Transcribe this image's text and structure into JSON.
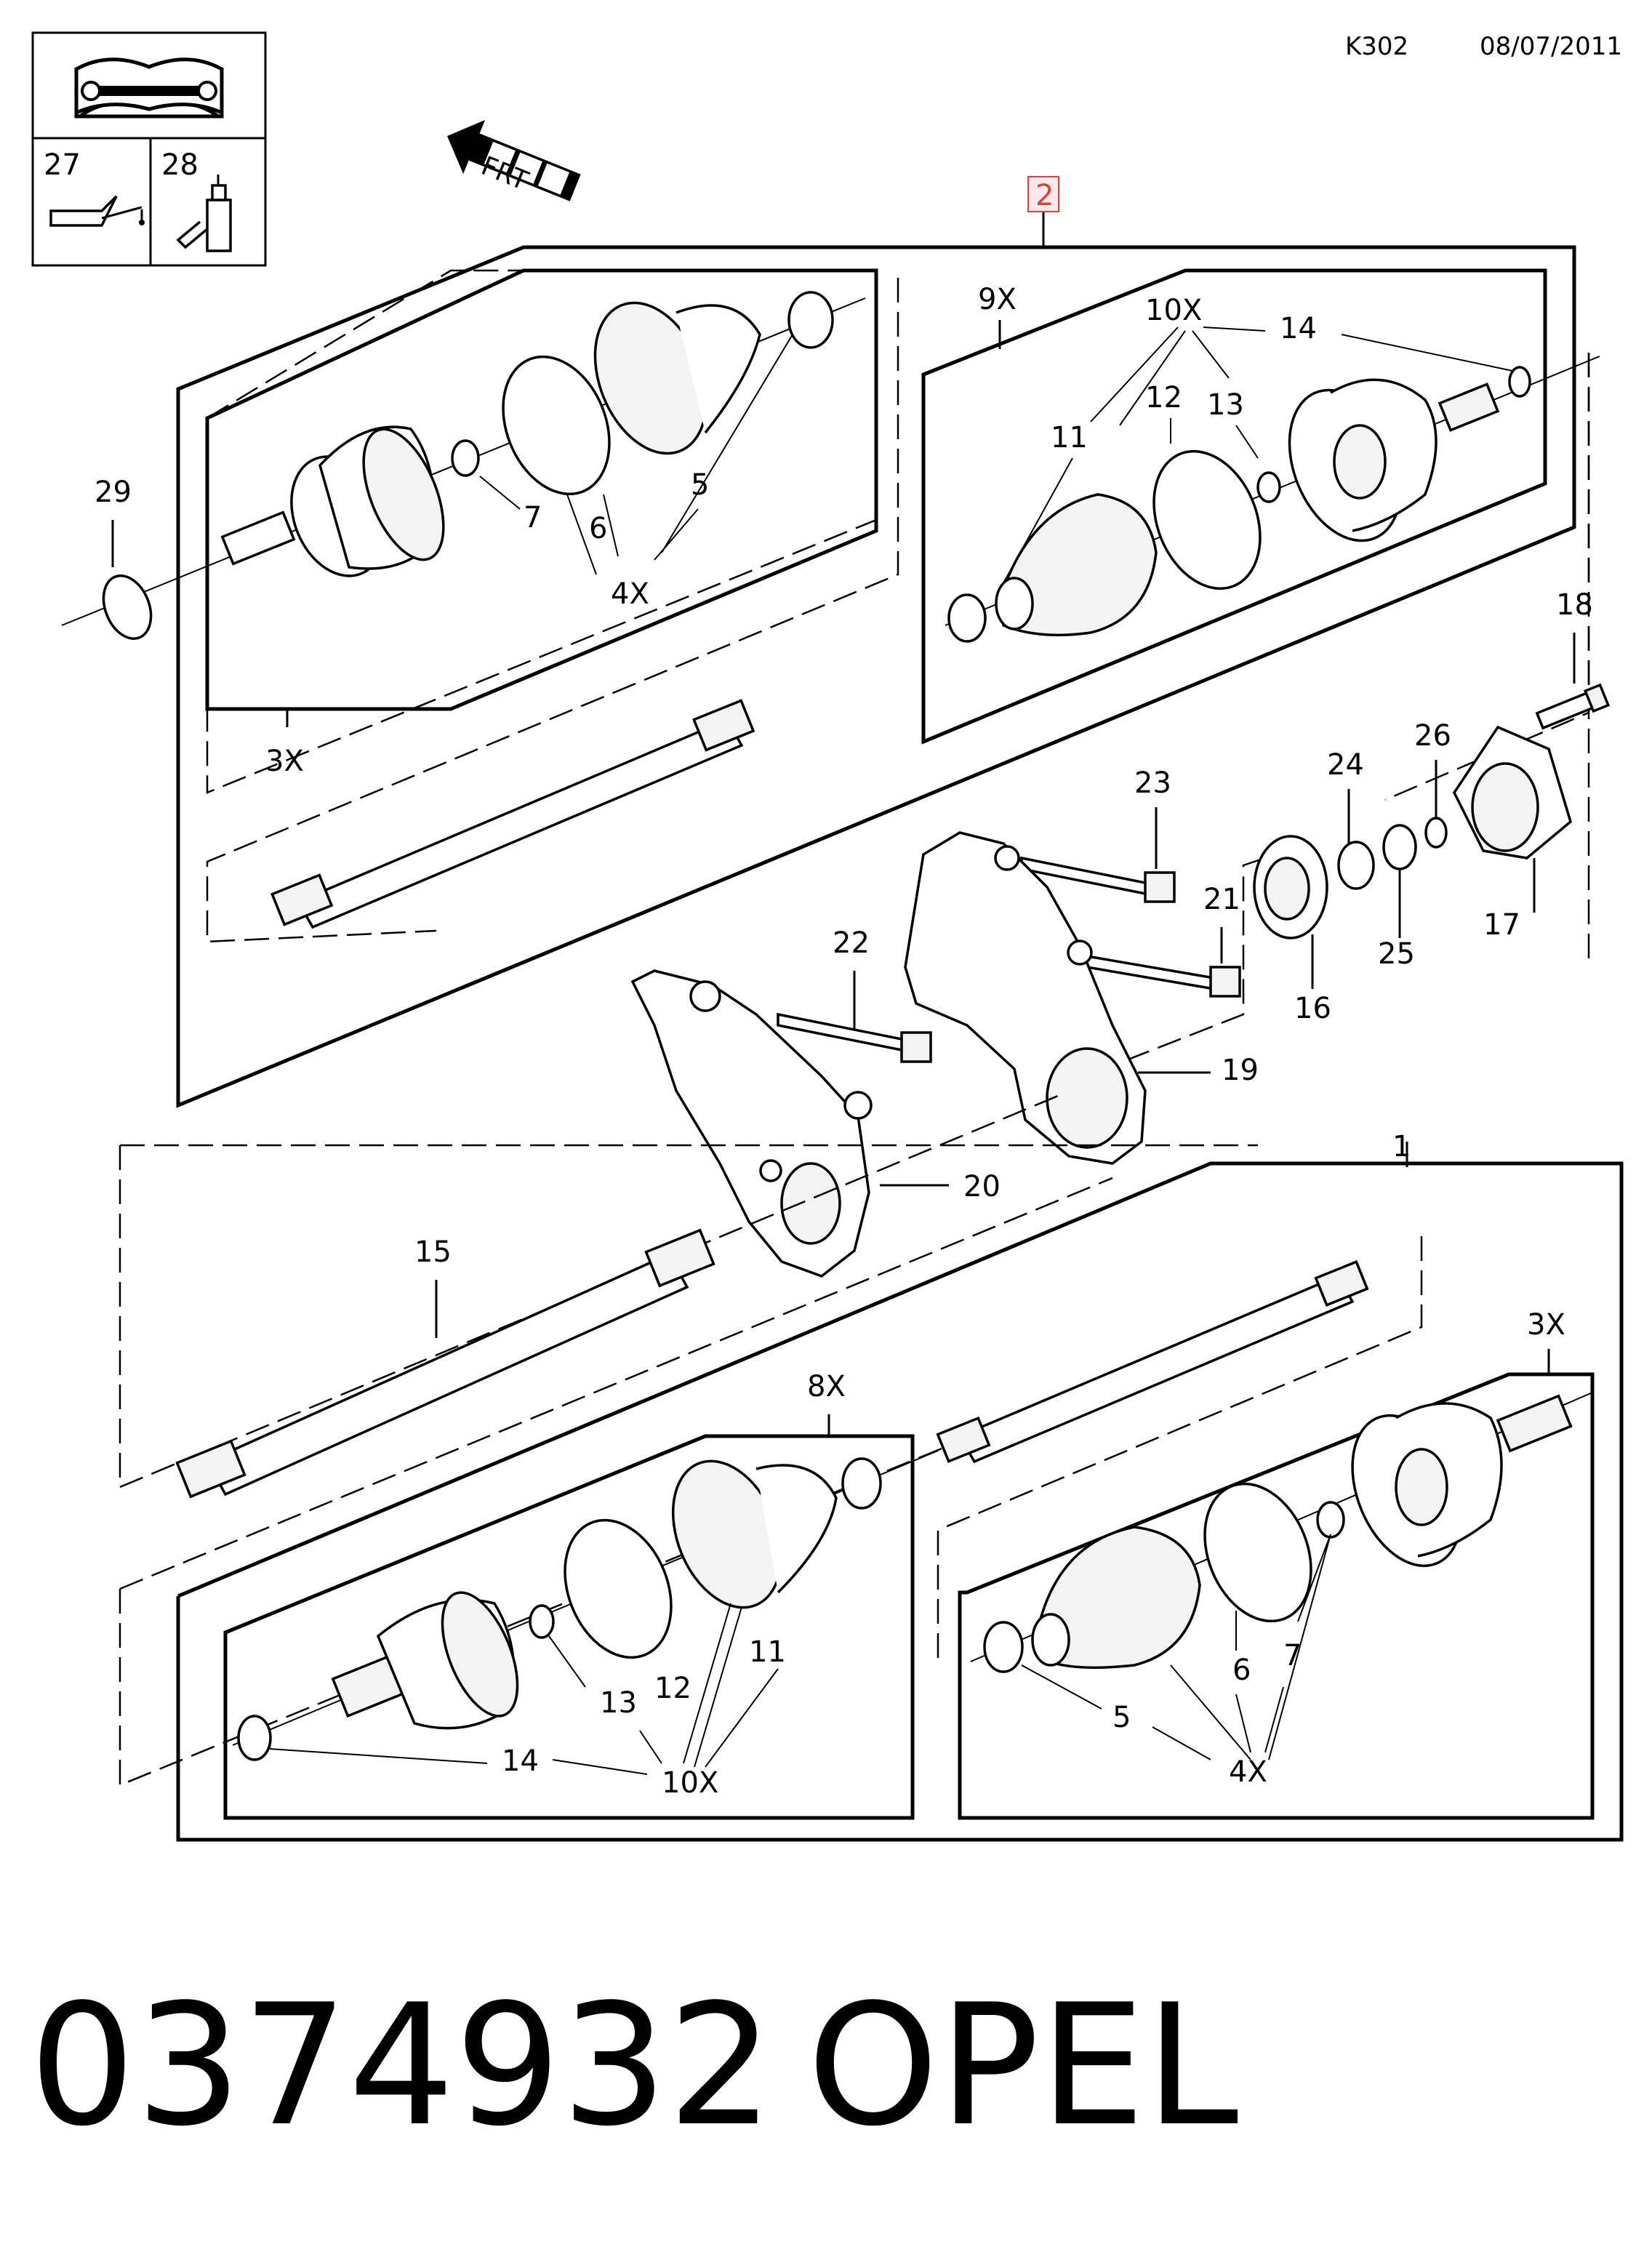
{
  "header": {
    "code": "K302",
    "date": "08/07/2011",
    "ref_tag": "2",
    "legend_items": [
      {
        "label": "27",
        "icon": "oil-can-icon"
      },
      {
        "label": "28",
        "icon": "grease-tube-icon"
      }
    ],
    "manual_icon": "repair-manual-icon",
    "direction_icon": "front-arrow-icon",
    "direction_text": "FRT"
  },
  "callouts": {
    "c1": "1",
    "c2": "2",
    "c3x_top": "3X",
    "c3x_bottom": "3X",
    "c4x_top": "4X",
    "c4x_bottom": "4X",
    "c5_top": "5",
    "c5_bottom": "5",
    "c6_top": "6",
    "c6_bottom": "6",
    "c7_top": "7",
    "c7_bottom": "7",
    "c8x": "8X",
    "c9x": "9X",
    "c10x_top": "10X",
    "c10x_bottom": "10X",
    "c11_top": "11",
    "c11_bottom": "11",
    "c12_top": "12",
    "c12_bottom": "12",
    "c13_top": "13",
    "c13_bottom": "13",
    "c14_top": "14",
    "c14_bottom": "14",
    "c15": "15",
    "c16": "16",
    "c17": "17",
    "c18": "18",
    "c19": "19",
    "c20": "20",
    "c21": "21",
    "c22": "22",
    "c23": "23",
    "c24": "24",
    "c25": "25",
    "c26": "26",
    "c29": "29"
  },
  "footer": {
    "part_number": "0374932",
    "brand": "OPEL"
  }
}
